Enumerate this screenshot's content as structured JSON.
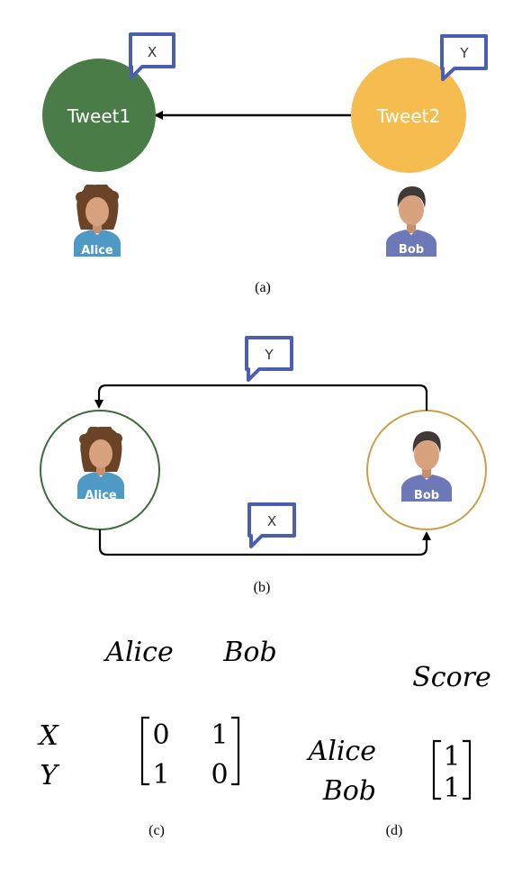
{
  "panel_a": {
    "caption": "(a)",
    "tweet1": {
      "label": "Tweet1",
      "bubble": "X",
      "color": "#4a7c47"
    },
    "tweet2": {
      "label": "Tweet2",
      "bubble": "Y",
      "color": "#f5bd4f"
    },
    "user_left": "Alice",
    "user_right": "Bob"
  },
  "panel_b": {
    "caption": "(b)",
    "user_left": "Alice",
    "user_right": "Bob",
    "top_bubble": "Y",
    "bottom_bubble": "X",
    "left_ring_color": "#3d6b3a",
    "right_ring_color": "#c9a04a"
  },
  "panel_c": {
    "caption": "(c)",
    "col_headers": [
      "Alice",
      "Bob"
    ],
    "row_headers": [
      "X",
      "Y"
    ],
    "matrix": [
      [
        "0",
        "1"
      ],
      [
        "1",
        "0"
      ]
    ]
  },
  "panel_d": {
    "caption": "(d)",
    "col_header": "Score",
    "row_headers": [
      "Alice",
      "Bob"
    ],
    "vector": [
      "1",
      "1"
    ]
  },
  "colors": {
    "bubble_border": "#4b5fb0",
    "alice_shirt": "#4f9ac5",
    "bob_shirt": "#6c78b8",
    "skin": "#d9a27e",
    "alice_hair": "#6b4428",
    "bob_hair": "#3f3a38",
    "edge": "#000000"
  }
}
